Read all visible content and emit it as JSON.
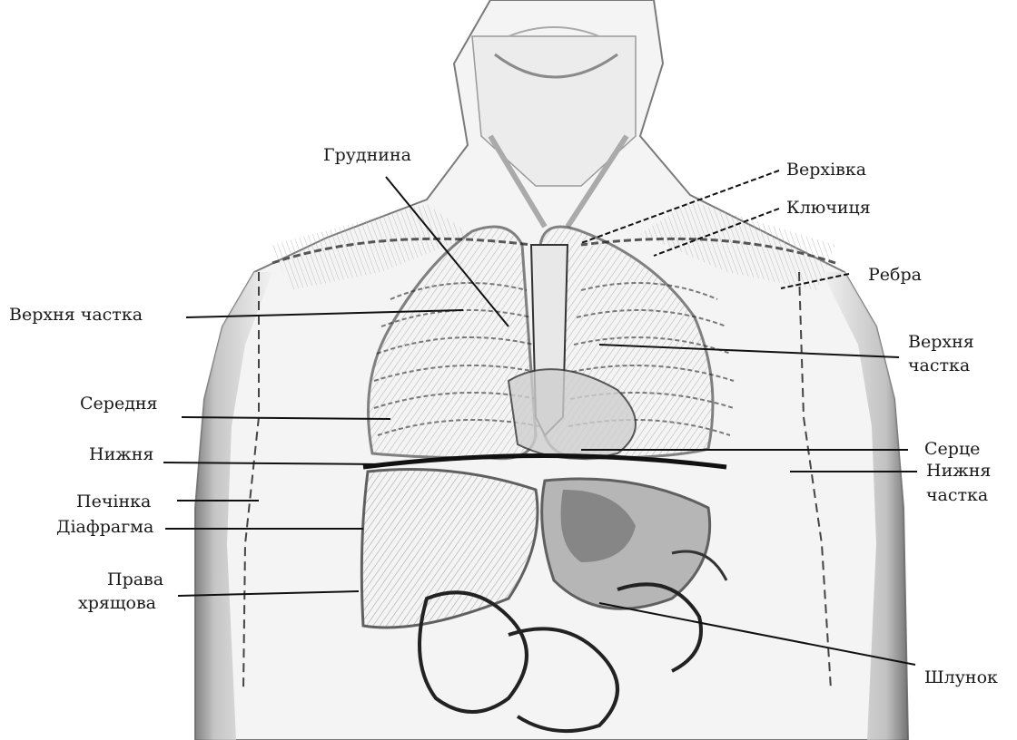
{
  "labels": {
    "grudnyna": "Груднина",
    "verkhivka": "Верхівка",
    "klyuchytsia": "Ключиця",
    "rebra": "Ребра",
    "verkhnia_chastka_left": "Верхня частка",
    "verkhnia_right_1": "Верхня",
    "verkhnia_right_2": "частка",
    "serednia": "Середня",
    "nyzhnia": "Нижня",
    "sertse": "Серце",
    "nyzhnia_right_1": "Нижня",
    "nyzhnia_right_2": "частка",
    "pechinka": "Печінка",
    "diafrahma": "Діафрагма",
    "prava_1": "Права",
    "prava_2": "хрящова",
    "shlunok": "Шлунок"
  },
  "colors": {
    "ink": "#1a1a1a",
    "skin_shade": "#9a9a9a",
    "skin_light": "#d9d9d9",
    "background": "#ffffff"
  }
}
